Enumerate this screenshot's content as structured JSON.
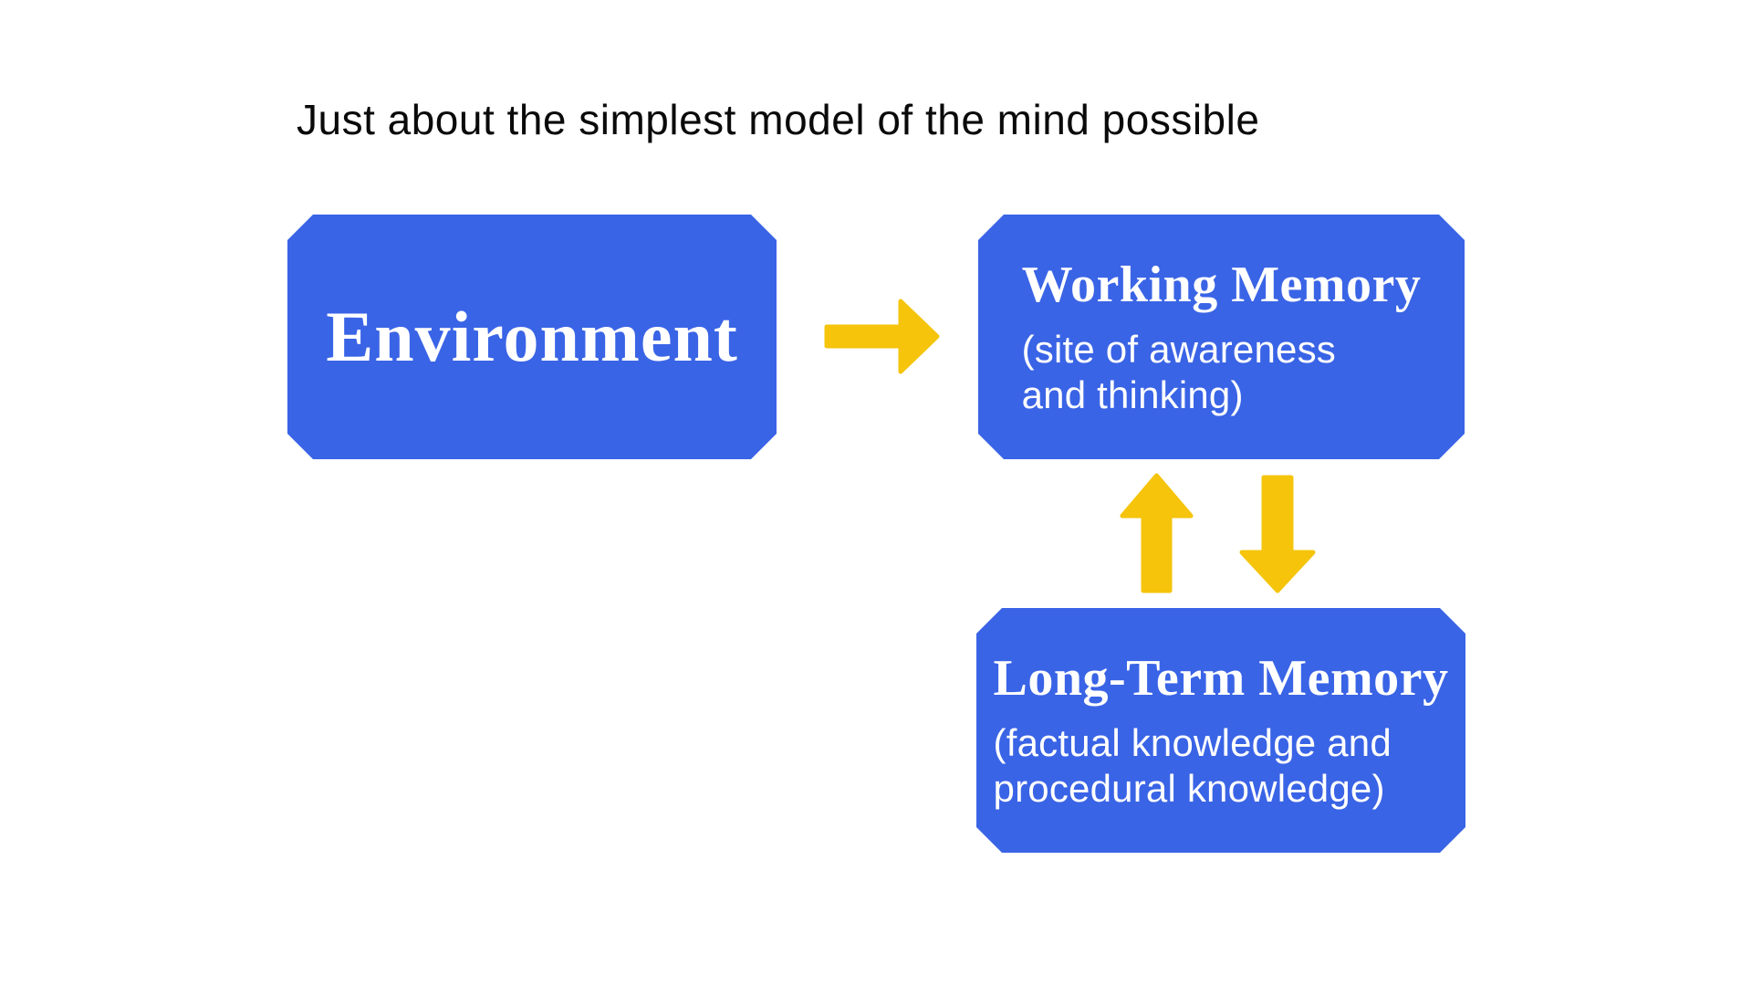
{
  "title": "Just about the simplest model of the mind possible",
  "colors": {
    "background": "#ffffff",
    "box_blue": "#3a64e6",
    "arrow_yellow": "#f5c40b",
    "title_text": "#0a0a0a",
    "box_text": "#ffffff"
  },
  "boxes": {
    "environment": {
      "heading": "Environment"
    },
    "working_memory": {
      "heading": "Working Memory",
      "description_lines": [
        "(site of awareness",
        "and thinking)"
      ]
    },
    "long_term_memory": {
      "heading": "Long-Term Memory",
      "description_lines": [
        "(factual knowledge and",
        "procedural knowledge)"
      ]
    }
  },
  "arrows": {
    "env_to_wm": "arrow-right",
    "ltm_to_wm": "arrow-up",
    "wm_to_ltm": "arrow-down"
  }
}
